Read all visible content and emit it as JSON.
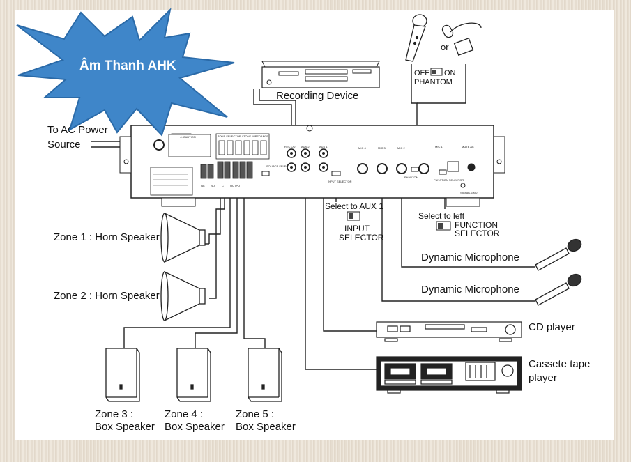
{
  "watermark": {
    "text": "Âm Thanh AHK"
  },
  "labels": {
    "ac_power_line1": "To AC Power",
    "ac_power_line2": "Source",
    "recording_device": "Recording Device",
    "mic_or": "or",
    "phantom_off": "OFF",
    "phantom_on": "ON",
    "phantom": "PHANTOM",
    "select_aux": "Select to AUX 1",
    "input_selector_1": "INPUT",
    "input_selector_2": "SELECTOR",
    "select_left": "Select to left",
    "function_selector_1": "FUNCTION",
    "function_selector_2": "SELECTOR",
    "zone1": "Zone 1 : Horn Speaker",
    "zone2": "Zone 2 : Horn Speaker",
    "zone3_1": "Zone 3 :",
    "zone3_2": "Box Speaker",
    "zone4_1": "Zone 4 :",
    "zone4_2": "Box Speaker",
    "zone5_1": "Zone 5 :",
    "zone5_2": "Box Speaker",
    "dynamic_mic_1": "Dynamic Microphone",
    "dynamic_mic_2": "Dynamic Microphone",
    "cd_player": "CD player",
    "cassette_1": "Cassete tape",
    "cassette_2": "player"
  },
  "panel_labels": {
    "caution": "⚠ CAUTION",
    "speaker_selector": "ZONE SELECTOR / ZONE IMPEDANCE",
    "rec_out": "REC OUT",
    "aux2": "AUX 2",
    "aux1": "AUX 1",
    "mic4": "MIC 4",
    "mic3": "MIC 3",
    "mic2": "MIC 2",
    "mic1": "MIC 1",
    "mute_ac": "MUTE AC",
    "nc": "NC",
    "no": "NO",
    "c": "C",
    "output": "OUTPUT",
    "signal_gnd": "SIGNAL GND",
    "phantom_small": "PHANTOM",
    "function_small": "FUNCTION SELECTOR",
    "input_small": "INPUT SELECTOR",
    "source_small": "SOURCE SELECTOR"
  },
  "colors": {
    "watermark_fill": "#3f86c9",
    "watermark_stroke": "#2a6aa8",
    "line": "#222222"
  }
}
